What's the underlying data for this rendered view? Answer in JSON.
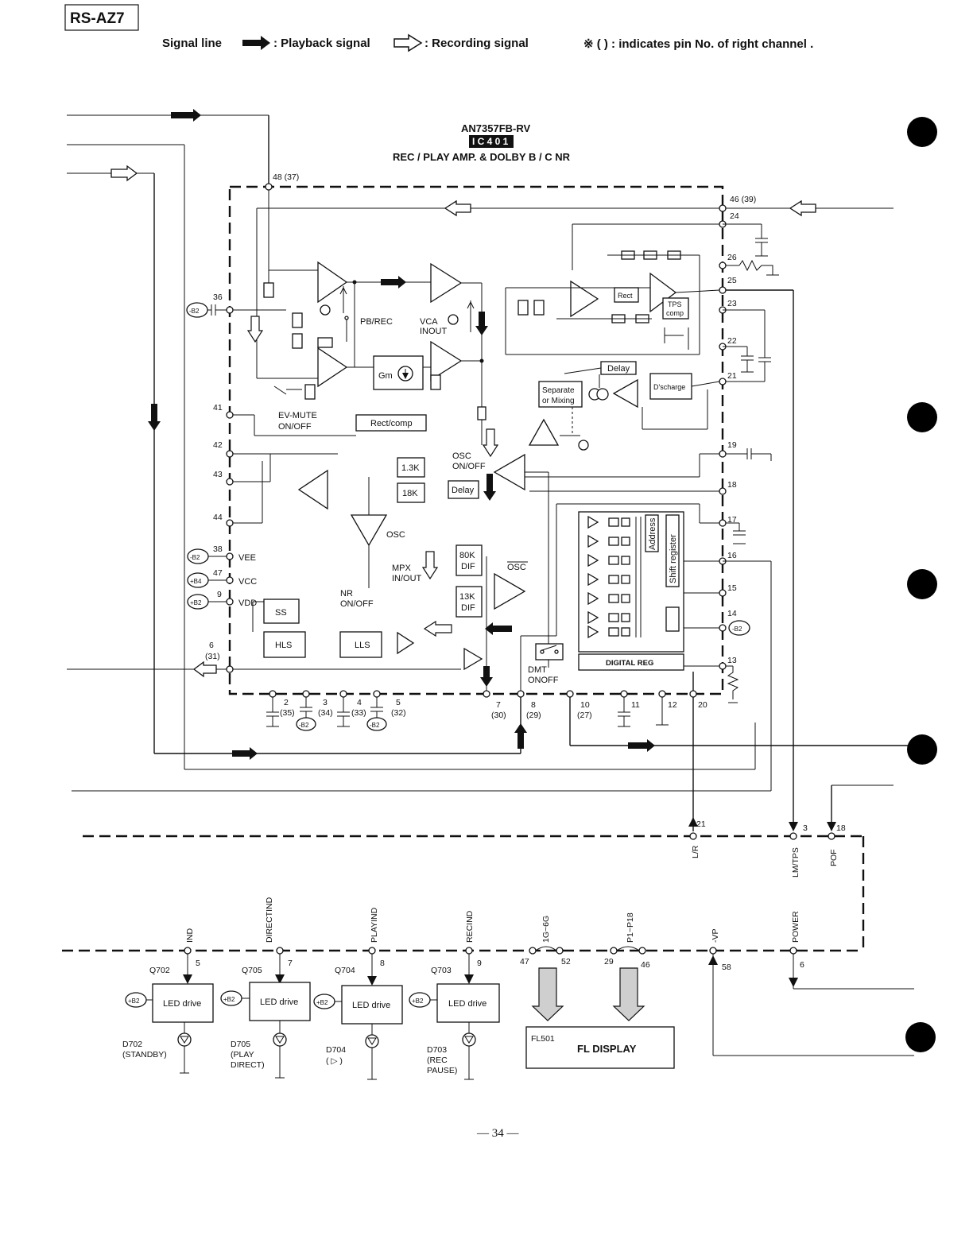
{
  "header": {
    "model": "RS-AZ7",
    "legend_signal_line": "Signal line",
    "legend_playback": ": Playback signal",
    "legend_recording": ": Recording signal",
    "legend_note": "※ (   ) : indicates pin No. of right channel ."
  },
  "ic401": {
    "part": "AN7357FB-RV",
    "ref": "I C 4 0 1",
    "desc": "REC / PLAY  AMP.  &  DOLBY  B / C  NR"
  },
  "ic_blocks": {
    "pbrec": "PB/REC",
    "vca1": "VCA",
    "vca2": "INOUT",
    "gm": "Gm",
    "rectcomp": "Rect/comp",
    "evmute1": "EV-MUTE",
    "evmute2": "ON/OFF",
    "rect": "Rect",
    "tps1": "TPS",
    "tps2": "comp",
    "delay_top": "Delay",
    "discharge": "D'scharge",
    "sep1": "Separate",
    "sep2": "or Mixing",
    "r13k": "1.3K",
    "r18k": "18K",
    "delay_osc": "Delay",
    "osc_sw1": "OSC",
    "osc_sw2": "ON/OFF",
    "osc": "OSC",
    "mpx1": "MPX",
    "mpx2": "IN/OUT",
    "dif80a": "80K",
    "dif80b": "DIF",
    "dif13a": "13K",
    "dif13b": "DIF",
    "oscbar": "OSC",
    "nr1": "NR",
    "nr2": "ON/OFF",
    "ss": "SS",
    "hls": "HLS",
    "lls": "LLS",
    "dmt1": "DMT",
    "dmt2": "ONOFF",
    "address": "Address",
    "shift": "Shift register",
    "digreg": "DIGITAL  REG",
    "vee": "VEE",
    "vcc": "VCC",
    "vdd": "VDD",
    "b2": "-B2",
    "b4": "+B4",
    "b2p": "+B2"
  },
  "ic_pins": {
    "p48": "48 (37)",
    "p46": "46 (39)",
    "p24": "24",
    "p26": "26",
    "p25": "25",
    "p23": "23",
    "p22": "22",
    "p21": "21",
    "p19": "19",
    "p18": "18",
    "p17": "17",
    "p16": "16",
    "p15": "15",
    "p14": "14",
    "p13": "13",
    "p36": "36",
    "p41": "41",
    "p42": "42",
    "p43": "43",
    "p44": "44",
    "p38": "38",
    "p47": "47",
    "p9": "9",
    "p6": "6",
    "p6r": "(31)",
    "p2": "2",
    "p2r": "(35)",
    "p3": "3",
    "p3r": "(34)",
    "p4": "4",
    "p4r": "(33)",
    "p5": "5",
    "p5r": "(32)",
    "p7": "7",
    "p7r": "(30)",
    "p8": "8",
    "p8r": "(29)",
    "p10": "10",
    "p10r": "(27)",
    "p11": "11",
    "p12": "12",
    "p20": "20"
  },
  "micro": {
    "lr": "L/R",
    "lmtps": "LM/TPS",
    "pof": "POF",
    "pin21": "21",
    "pin3": "3",
    "pin18": "18",
    "ind": "IND",
    "directind": "DIRECTIND",
    "playind": "PLAYIND",
    "recind": "RECIND",
    "g1": "1G~6G",
    "p1": "P1~P18",
    "vp": "-VP",
    "power": "POWER",
    "pin5": "5",
    "pin7": "7",
    "pin8": "8",
    "pin9": "9",
    "pin47": "47",
    "pin52": "52",
    "pin29": "29",
    "pin46": "46",
    "pin58": "58",
    "pin6": "6"
  },
  "leds": [
    {
      "q": "Q702",
      "label": "LED drive",
      "b": "+B2",
      "d": "D702",
      "desc1": "(STANDBY)",
      "desc2": "",
      "desc3": ""
    },
    {
      "q": "Q705",
      "label": "LED drive",
      "b": "+B2",
      "d": "D705",
      "desc1": "(PLAY",
      "desc2": "DIRECT)",
      "desc3": ""
    },
    {
      "q": "Q704",
      "label": "LED drive",
      "b": "+B2",
      "d": "D704",
      "desc1": "( ▷ )",
      "desc2": "",
      "desc3": ""
    },
    {
      "q": "Q703",
      "label": "LED drive",
      "b": "+B2",
      "d": "D703",
      "desc1": "(REC",
      "desc2": "PAUSE)",
      "desc3": ""
    }
  ],
  "fl": {
    "ref": "FL501",
    "label": "FL DISPLAY"
  },
  "page_number": "— 34 —"
}
